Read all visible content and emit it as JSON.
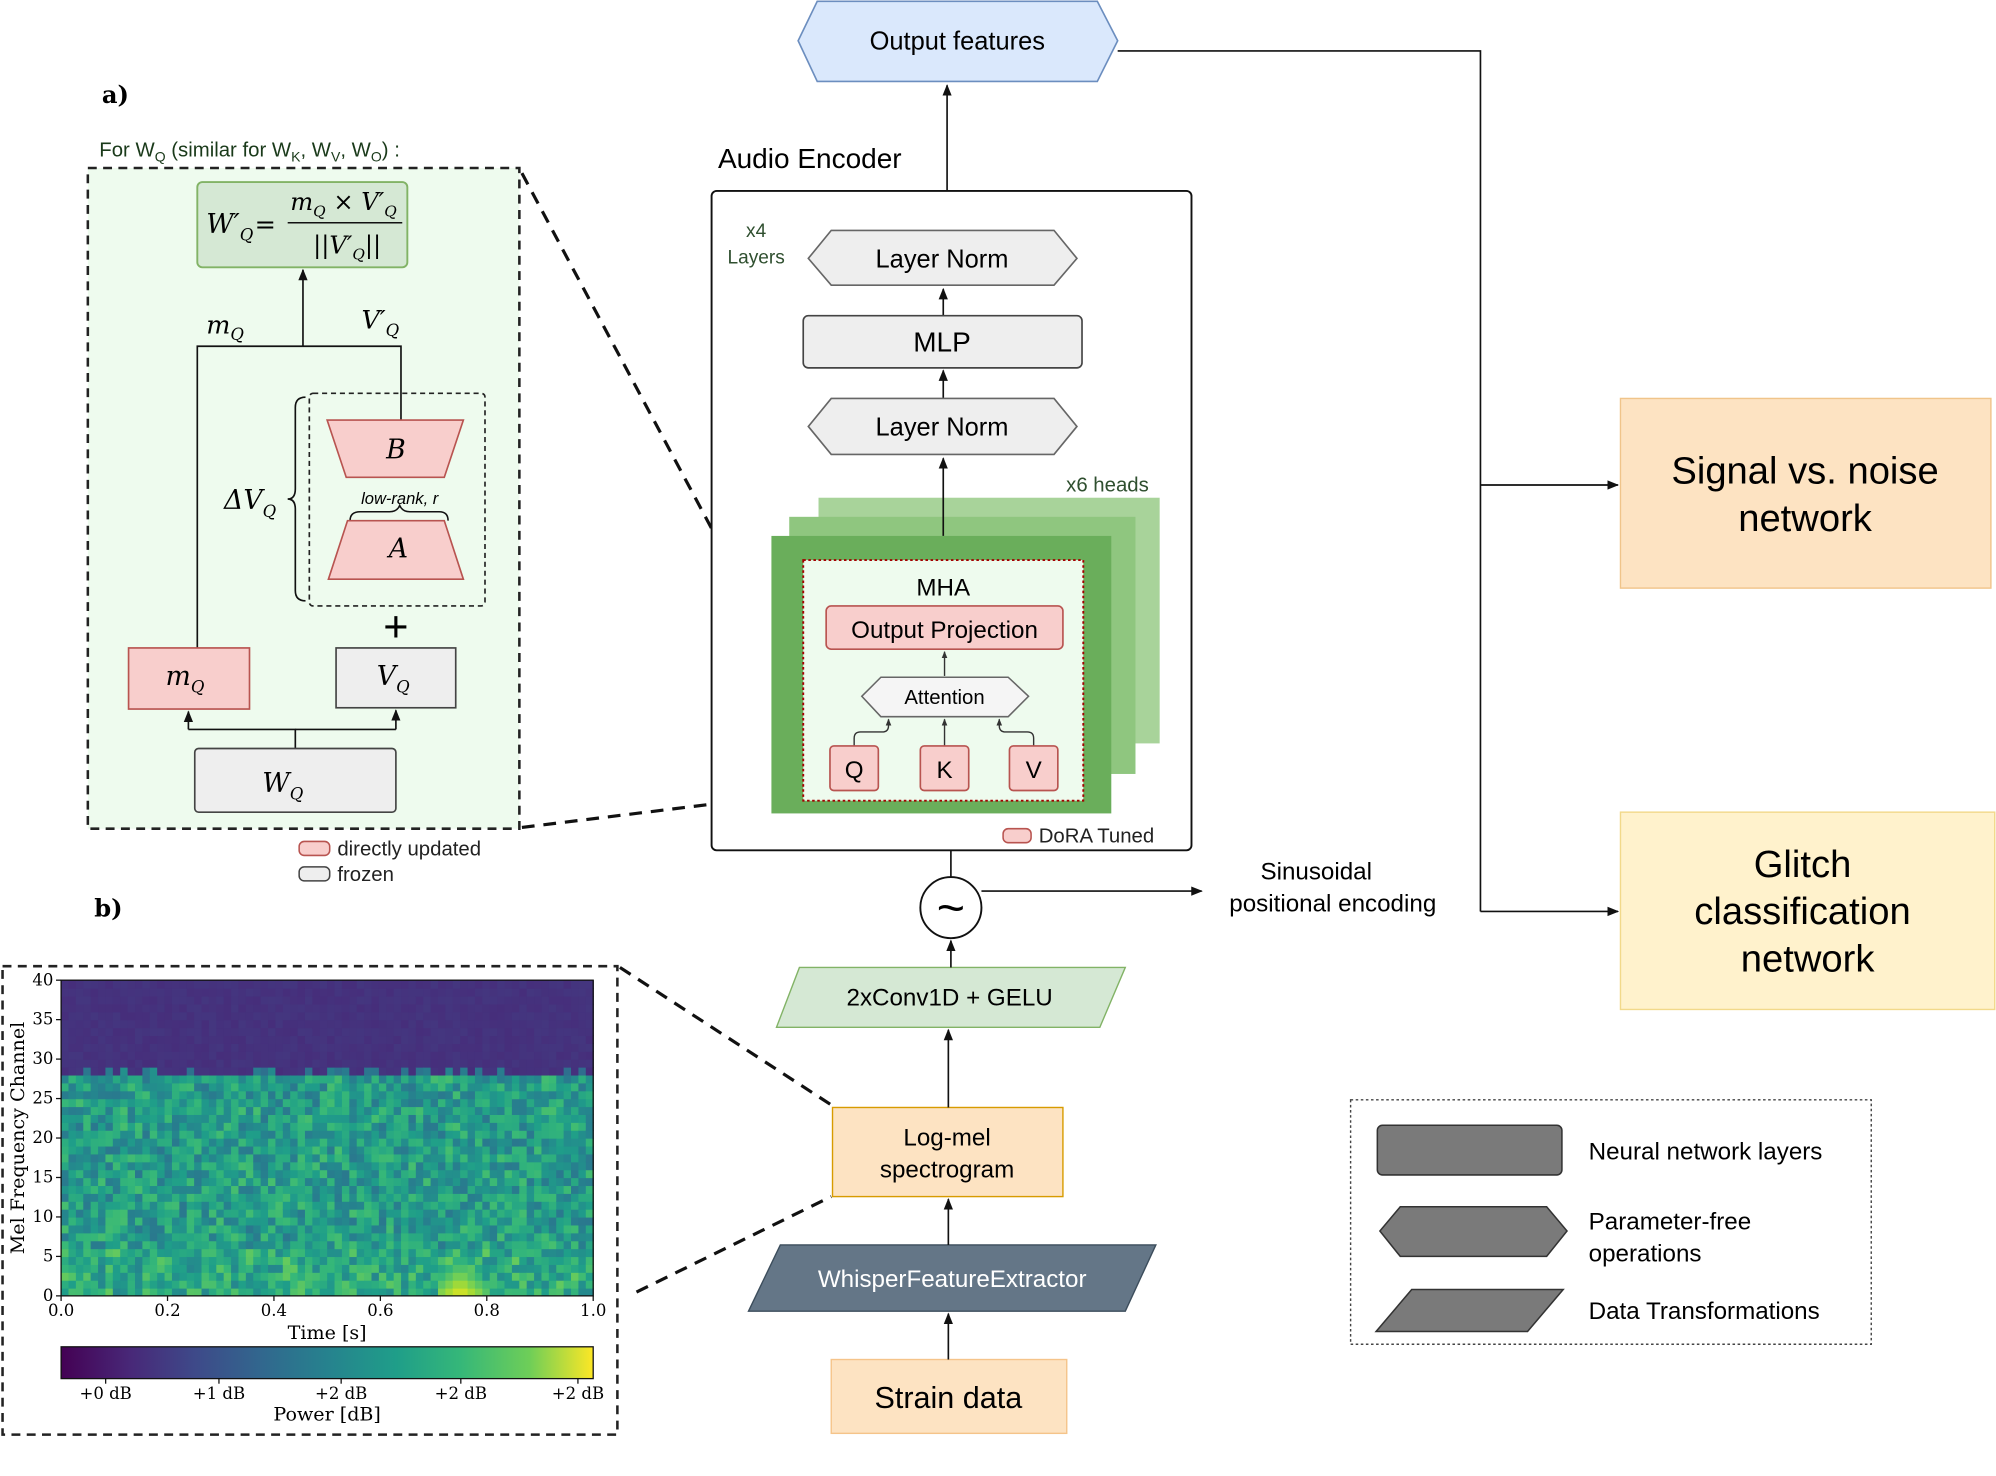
{
  "panel_a": {
    "label": "a)",
    "caption": {
      "prefix": "For W",
      "q": "Q",
      "mid": " (similar for W",
      "k": "K",
      "sep1": ", W",
      "v": "V",
      "sep2": ", W",
      "o": "O",
      "suffix": ") :"
    },
    "formula": {
      "lhs": "W′",
      "lhs_sub": "Q",
      "num": "m",
      "num_sub": "Q",
      "times": " × V′",
      "times_sub": "Q",
      "den": "||V′",
      "den_sub": "Q",
      "den_end": "||"
    },
    "m_label": "m",
    "m_label_sub": "Q",
    "v_label": "V′",
    "v_label_sub": "Q",
    "delta_label": "ΔV",
    "delta_label_sub": "Q",
    "b_label": "B",
    "a_label": "A",
    "low_rank_label": "low-rank, r",
    "plus_symbol": "+",
    "mq_box": "m",
    "mq_box_sub": "Q",
    "vq_box": "V",
    "vq_box_sub": "Q",
    "wq_box": "W",
    "wq_box_sub": "Q",
    "legend": {
      "updated": "directly updated",
      "frozen": "frozen"
    }
  },
  "panel_b": {
    "label": "b)",
    "chart_data": {
      "type": "heatmap",
      "title": "",
      "xlabel": "Time [s]",
      "ylabel": "Mel Frequency Channel",
      "xlim": [
        0.0,
        1.0
      ],
      "ylim": [
        0,
        40
      ],
      "xticks": [
        "0.0",
        "0.2",
        "0.4",
        "0.6",
        "0.8",
        "1.0"
      ],
      "yticks": [
        "0",
        "5",
        "10",
        "15",
        "20",
        "25",
        "30",
        "35",
        "40"
      ],
      "colorbar_label": "Power [dB]",
      "colorbar_ticks": [
        "+0 dB",
        "+1 dB",
        "+2 dB",
        "+2 dB",
        "+2 dB"
      ],
      "colormap": "viridis",
      "low_channel_band": [
        0,
        27
      ],
      "high_channel_floor_start": 28,
      "transient": {
        "time": 0.75,
        "channels": [
          0,
          6
        ]
      }
    }
  },
  "encoder": {
    "title": "Audio Encoder",
    "layers_count": "x4",
    "layers_word": "Layers",
    "layer_norm_top": "Layer Norm",
    "mlp": "MLP",
    "layer_norm_bottom": "Layer Norm",
    "heads_label": "x6 heads",
    "mha": "MHA",
    "output_projection": "Output Projection",
    "attention": "Attention",
    "q": "Q",
    "k": "K",
    "v": "V",
    "dora_legend": "DoRA Tuned"
  },
  "pipeline": {
    "output_features": "Output features",
    "tilde": "~",
    "pos_enc_line1": "Sinusoidal",
    "pos_enc_line2": "positional encoding",
    "conv": "2xConv1D + GELU",
    "logmel_line1": "Log-mel",
    "logmel_line2": "spectrogram",
    "whisper": "WhisperFeatureExtractor",
    "strain": "Strain data"
  },
  "networks": {
    "signal_line1": "Signal vs. noise",
    "signal_line2": "network",
    "glitch_line1": "Glitch",
    "glitch_line2": "classification",
    "glitch_line3": "network"
  },
  "legend": {
    "neural": "Neural network layers",
    "param_free_line1": "Parameter-free",
    "param_free_line2": "operations",
    "data_transform": "Data Transformations"
  },
  "colors": {
    "red_fill": "#f8cecc",
    "red_stroke": "#b85450",
    "grey_fill": "#eeeeee",
    "grey_stroke": "#444444",
    "green_panel": "#eefbee",
    "green_formula": "#d5e8d4",
    "green_stroke": "#82b366",
    "green_head": "#6aae5b",
    "green_head_back": "#a8d39a",
    "blue_fill": "#dae8fc",
    "blue_stroke": "#6c8ebf",
    "orange_fill": "#fde3c2",
    "orange_stroke": "#d79b00",
    "yellow_fill": "#fff2cc",
    "yellow_stroke": "#d6b656",
    "slate_fill": "#647687",
    "conv_fill": "#d5e8d4"
  }
}
